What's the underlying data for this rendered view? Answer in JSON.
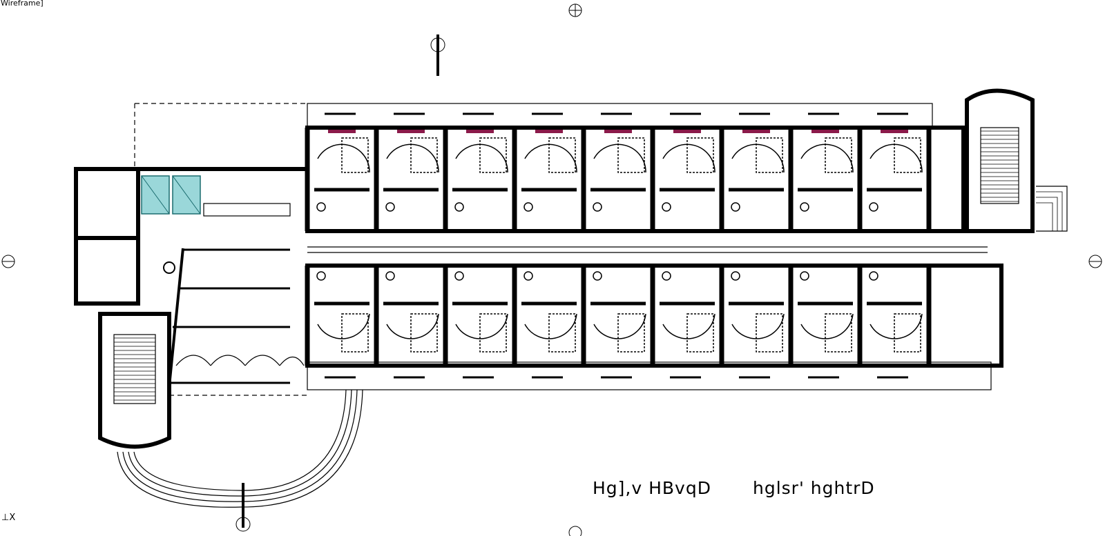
{
  "viewport": {
    "label": "Wireframe]",
    "ucs_glyph": "⊥X"
  },
  "drawing": {
    "caption_left": "Hg],v HBvqD",
    "caption_right": "hglsr' hghtrD",
    "colors": {
      "linework": "#000000",
      "furniture_accent": "#8b1a4a",
      "elevator_fill": "#9ad7d9"
    },
    "section_markers": [
      {
        "id": "top",
        "icon": "section-marker"
      },
      {
        "id": "top-cut",
        "icon": "section-marker"
      },
      {
        "id": "left",
        "icon": "section-marker"
      },
      {
        "id": "right",
        "icon": "section-marker"
      },
      {
        "id": "bottom",
        "icon": "section-marker"
      },
      {
        "id": "bottom-cut",
        "icon": "section-marker"
      }
    ]
  }
}
